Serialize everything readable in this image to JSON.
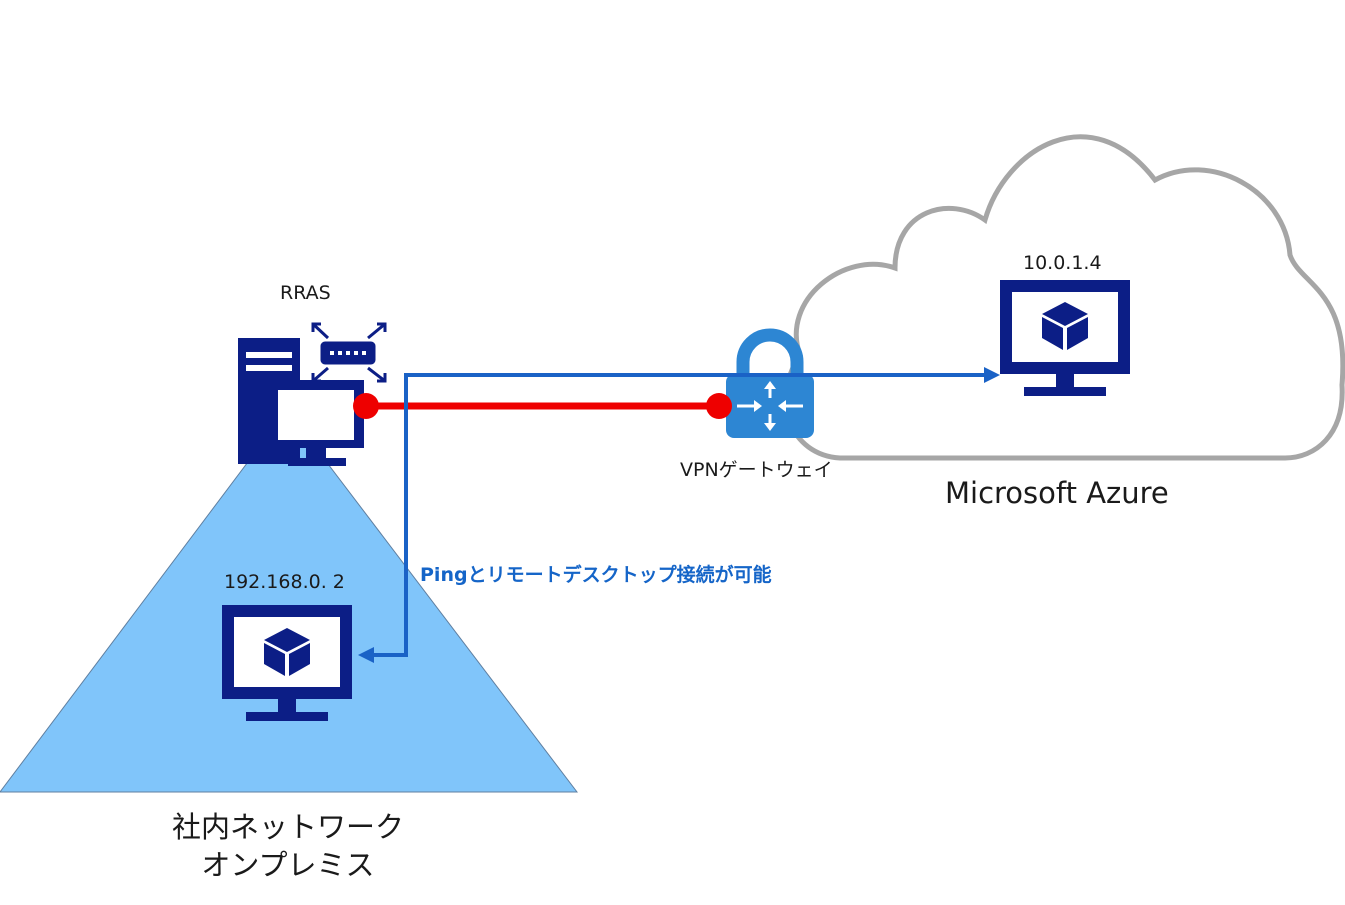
{
  "labels": {
    "rras": "RRAS",
    "onprem_ip": "192.168.0. 2",
    "azure_ip": "10.0.1.4",
    "vpn_gateway": "VPNゲートウェイ",
    "azure": "Microsoft Azure",
    "connectivity_note": "Pingとリモートデスクトップ接続が可能",
    "onprem_line1": "社内ネットワーク",
    "onprem_line2": "オンプレミス"
  },
  "colors": {
    "navy": "#0c1e86",
    "triangle": "#80c5fa",
    "cloud_stroke": "#a6a6a6",
    "blue_line": "#1a62c6",
    "red_line": "#ee0000",
    "gateway": "#2d86d3"
  },
  "icons": [
    "server-icon",
    "router-icon",
    "monitor-icon",
    "cube-icon",
    "lock-icon",
    "gateway-icon",
    "cloud-icon"
  ]
}
